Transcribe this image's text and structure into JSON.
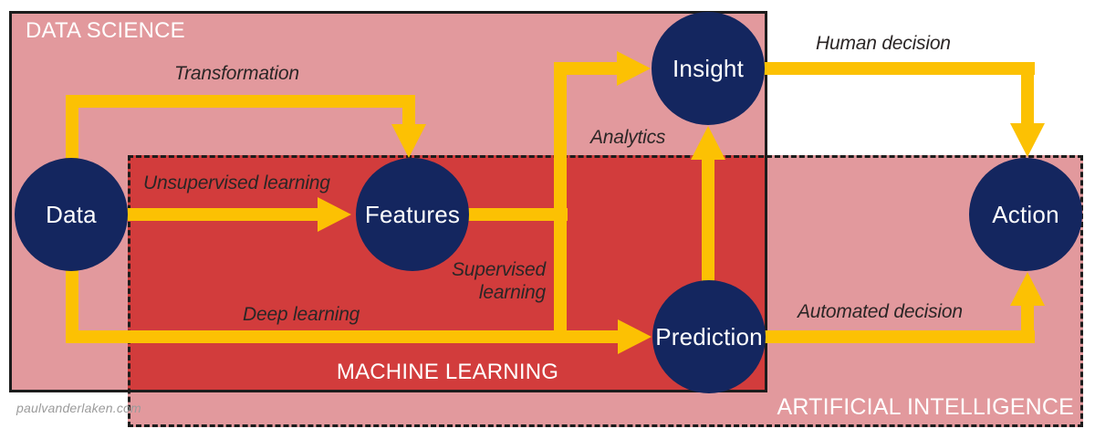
{
  "regions": {
    "data_science": {
      "label": "DATA SCIENCE"
    },
    "machine_learning": {
      "label": "MACHINE LEARNING"
    },
    "artificial_intelligence": {
      "label": "ARTIFICIAL INTELLIGENCE"
    }
  },
  "nodes": {
    "data": {
      "label": "Data"
    },
    "features": {
      "label": "Features"
    },
    "insight": {
      "label": "Insight"
    },
    "prediction": {
      "label": "Prediction"
    },
    "action": {
      "label": "Action"
    }
  },
  "edges": {
    "transformation": {
      "label": "Transformation",
      "from": "Data",
      "to": "Features"
    },
    "unsupervised": {
      "label": "Unsupervised learning",
      "from": "Data",
      "to": "Features"
    },
    "supervised": {
      "label": "Supervised learning",
      "from": "Features",
      "to": "Prediction"
    },
    "deep_learning": {
      "label": "Deep learning",
      "from": "Data",
      "to": "Prediction"
    },
    "analytics": {
      "label": "Analytics",
      "from": "Prediction",
      "to": "Insight"
    },
    "human_decision": {
      "label": "Human decision",
      "from": "Insight",
      "to": "Action"
    },
    "automated_decision": {
      "label": "Automated decision",
      "from": "Prediction",
      "to": "Action"
    }
  },
  "watermark": "paulvanderlaken.com",
  "colors": {
    "pink_region": "#e2999d",
    "red_region": "#d23c3c",
    "node_navy": "#14265f",
    "arrow_gold": "#fcc103",
    "border_black": "#1c1c1c",
    "label_text": "#2b2626",
    "region_text": "#ffffff",
    "watermark_text": "#9b9b9b",
    "background": "#ffffff"
  }
}
